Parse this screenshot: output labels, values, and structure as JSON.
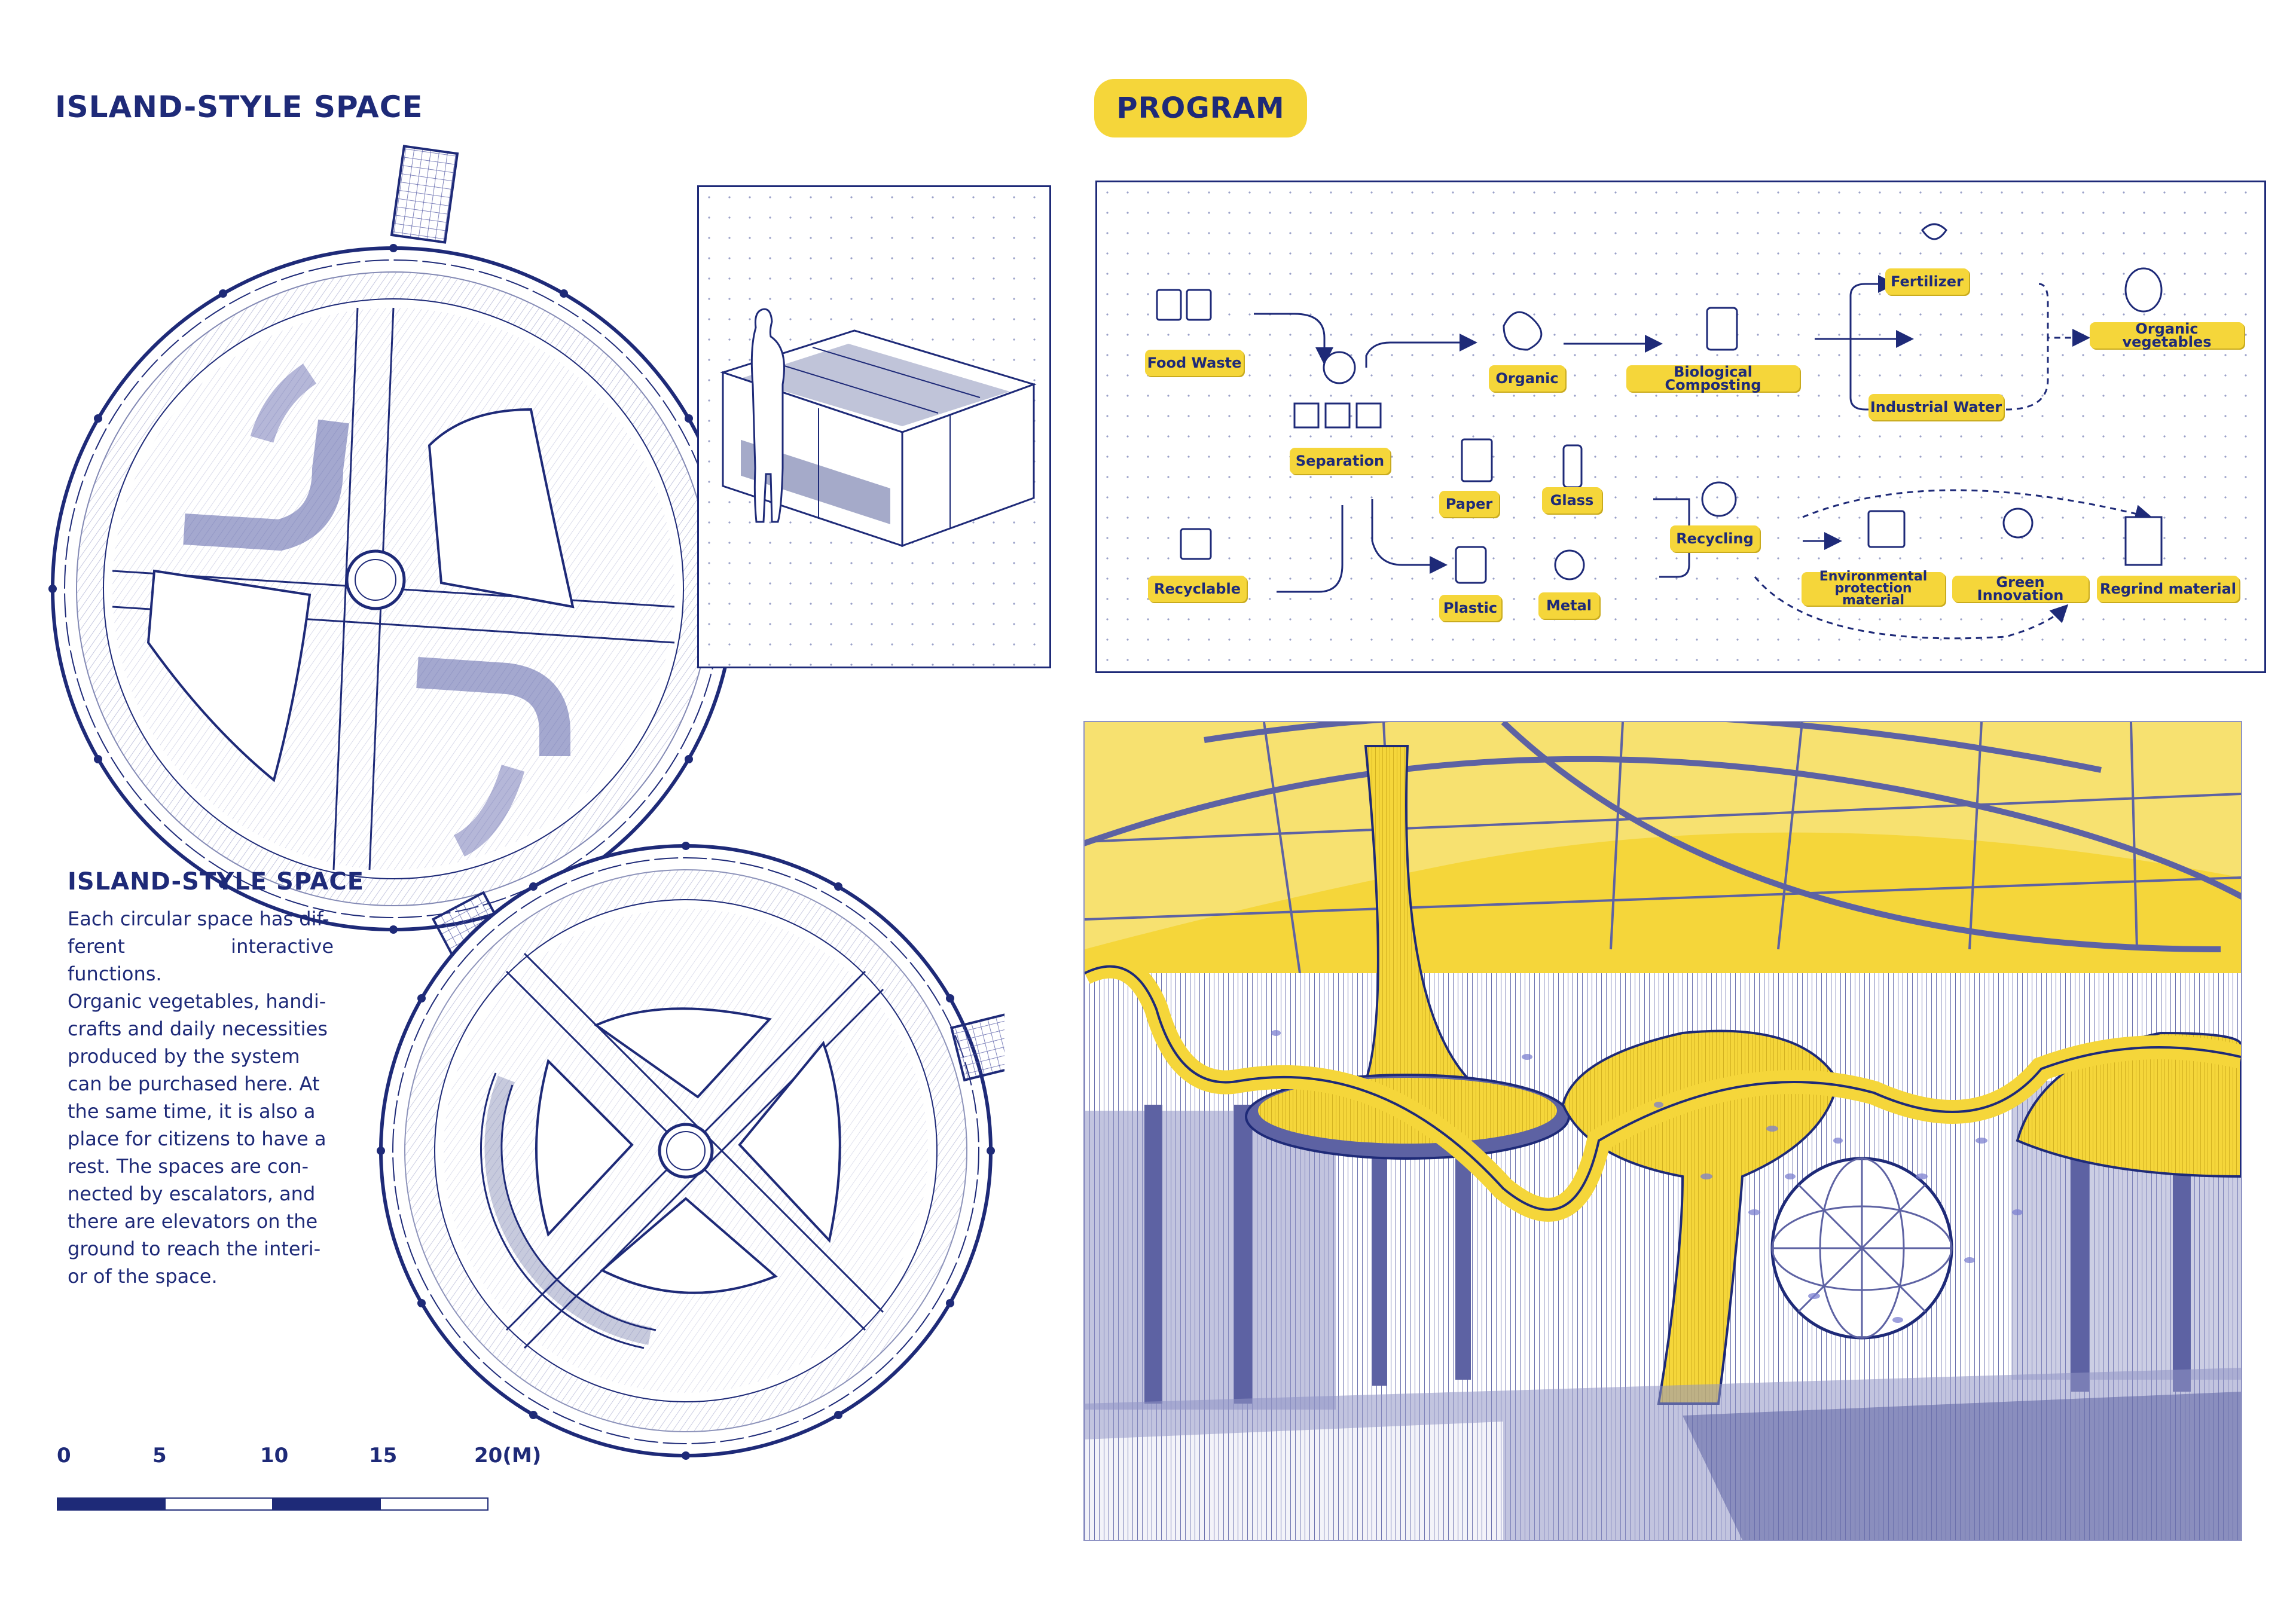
{
  "plan": {
    "title": "ISLAND-STYLE SPACE"
  },
  "description": {
    "heading": "ISLAND-STYLE SPACE",
    "lines": [
      "Each circular space has dif-",
      "ferent interactive functions.",
      "Organic vegetables, handi-",
      "crafts and daily necessities",
      "produced by the system",
      "can be purchased here. At",
      "the same time, it is also a",
      "place for citizens to have a",
      "rest. The spaces are con-",
      "nected by escalators, and",
      "there are elevators on the",
      "ground to reach the interi-",
      "or of the space."
    ]
  },
  "scale": {
    "labels": [
      "0",
      "5",
      "10",
      "15",
      "20(M)"
    ]
  },
  "program": {
    "title": "PROGRAM",
    "nodes": {
      "food_waste": "Food Waste",
      "recyclable": "Recyclable",
      "separation": "Separation",
      "organic": "Organic",
      "biological_composting": "Biological Composting",
      "fertilizer": "Fertilizer",
      "industrial_water": "Industrial Water",
      "organic_vegetables": "Organic vegetables",
      "paper": "Paper",
      "glass": "Glass",
      "plastic": "Plastic",
      "metal": "Metal",
      "recycling": "Recycling",
      "environmental_1": "Environmental",
      "environmental_2": "protection material",
      "green_innovation": "Green Innovation",
      "regrind_material": "Regrind material"
    }
  },
  "colors": {
    "navy": "#1e2a78",
    "yellow": "#f5d63a",
    "lavender": "#8f93c4"
  }
}
